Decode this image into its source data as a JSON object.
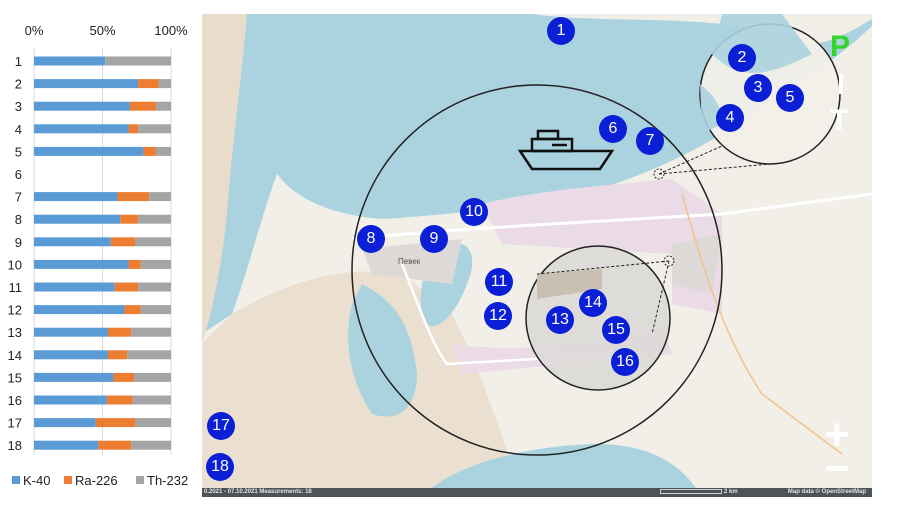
{
  "chart_data": {
    "type": "bar",
    "orientation": "horizontal",
    "stacked": "percent",
    "categories": [
      "1",
      "2",
      "3",
      "4",
      "5",
      "6",
      "7",
      "8",
      "9",
      "10",
      "11",
      "12",
      "13",
      "14",
      "15",
      "16",
      "17",
      "18"
    ],
    "series": [
      {
        "name": "K-40",
        "color": "#5b9bd5",
        "values": [
          52,
          76,
          70,
          69,
          80,
          0,
          61,
          63,
          56,
          69,
          59,
          66,
          54,
          54,
          58,
          53,
          45,
          47
        ]
      },
      {
        "name": "Ra-226",
        "color": "#ed7d31",
        "values": [
          0,
          15,
          19,
          7,
          9,
          0,
          23,
          13,
          18,
          9,
          17,
          12,
          17,
          14,
          15,
          19,
          29,
          24
        ]
      },
      {
        "name": "Th-232",
        "color": "#a5a5a5",
        "values": [
          48,
          9,
          11,
          24,
          11,
          0,
          16,
          24,
          26,
          22,
          24,
          22,
          29,
          32,
          27,
          28,
          26,
          29
        ]
      }
    ],
    "xticks": [
      "0%",
      "50%",
      "100%"
    ],
    "xlim": [
      0,
      100
    ],
    "legend": "bottom",
    "grid": true
  },
  "map": {
    "markers": [
      "1",
      "2",
      "3",
      "4",
      "5",
      "6",
      "7",
      "8",
      "9",
      "10",
      "11",
      "12",
      "13",
      "14",
      "15",
      "16",
      "17",
      "18"
    ],
    "city_label": "Певек",
    "letters": {
      "p": "Р",
      "t": "Т"
    },
    "zoom_in": "+",
    "zoom_out": "−",
    "status_left": "0.2021 - 07.10.2021   Measurements: 18",
    "status_scale": "2 km",
    "status_right": "Map data © OpenStreetMap"
  }
}
